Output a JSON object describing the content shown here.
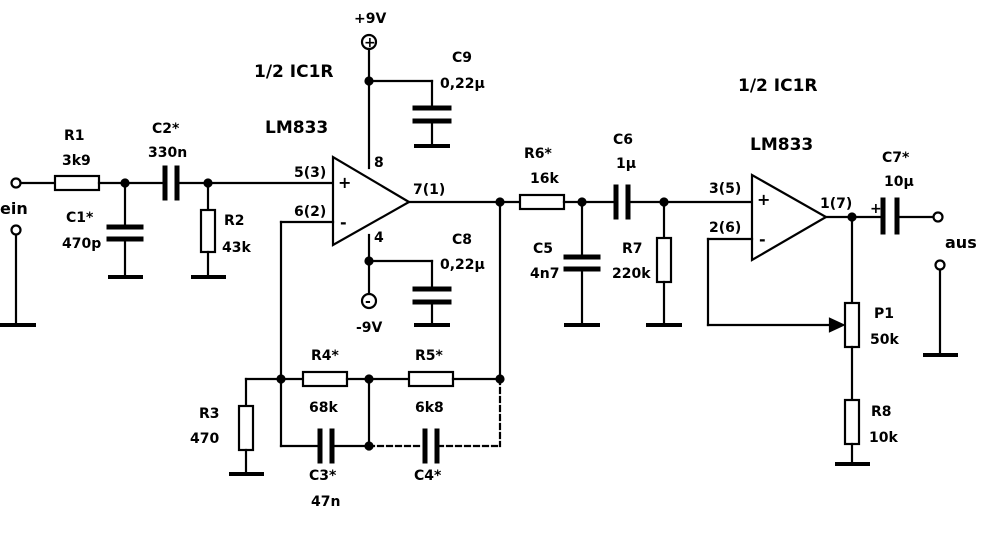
{
  "labels": {
    "ic1_title": "1/2 IC1R",
    "ic1_type": "LM833",
    "ic2_title": "1/2 IC1R",
    "ic2_type": "LM833",
    "supply_pos": "+9V",
    "supply_neg": "-9V",
    "input_label": "ein",
    "output_label": "aus",
    "op1_in_plus_pin": "5(3)",
    "op1_in_minus_pin": "6(2)",
    "op1_out_pin": "7(1)",
    "op1_vplus_pin": "8",
    "op1_vminus_pin": "4",
    "op2_in_plus_pin": "3(5)",
    "op2_in_minus_pin": "2(6)",
    "op2_out_pin": "1(7)",
    "op_plus_sign": "+",
    "op_minus_sign": "-",
    "out_plus_sign": "+",
    "supply_plus_symbol": "+",
    "supply_minus_symbol": "-"
  },
  "components": {
    "r1": {
      "name": "R1",
      "value": "3k9"
    },
    "c2": {
      "name": "C2*",
      "value": "330n"
    },
    "c1": {
      "name": "C1*",
      "value": "470p"
    },
    "r2": {
      "name": "R2",
      "value": "43k"
    },
    "c9": {
      "name": "C9",
      "value": "0,22µ"
    },
    "c8": {
      "name": "C8",
      "value": "0,22µ"
    },
    "r6": {
      "name": "R6*",
      "value": "16k"
    },
    "c6": {
      "name": "C6",
      "value": "1µ"
    },
    "c5": {
      "name": "C5",
      "value": "4n7"
    },
    "r7": {
      "name": "R7",
      "value": "220k"
    },
    "c7": {
      "name": "C7*",
      "value": "10µ"
    },
    "p1": {
      "name": "P1",
      "value": "50k"
    },
    "r8": {
      "name": "R8",
      "value": "10k"
    },
    "r4": {
      "name": "R4*",
      "value": "68k"
    },
    "r5": {
      "name": "R5*",
      "value": "6k8"
    },
    "r3": {
      "name": "R3",
      "value": "470"
    },
    "c3": {
      "name": "C3*",
      "value": "47n"
    },
    "c4": {
      "name": "C4*",
      "value": ""
    }
  }
}
